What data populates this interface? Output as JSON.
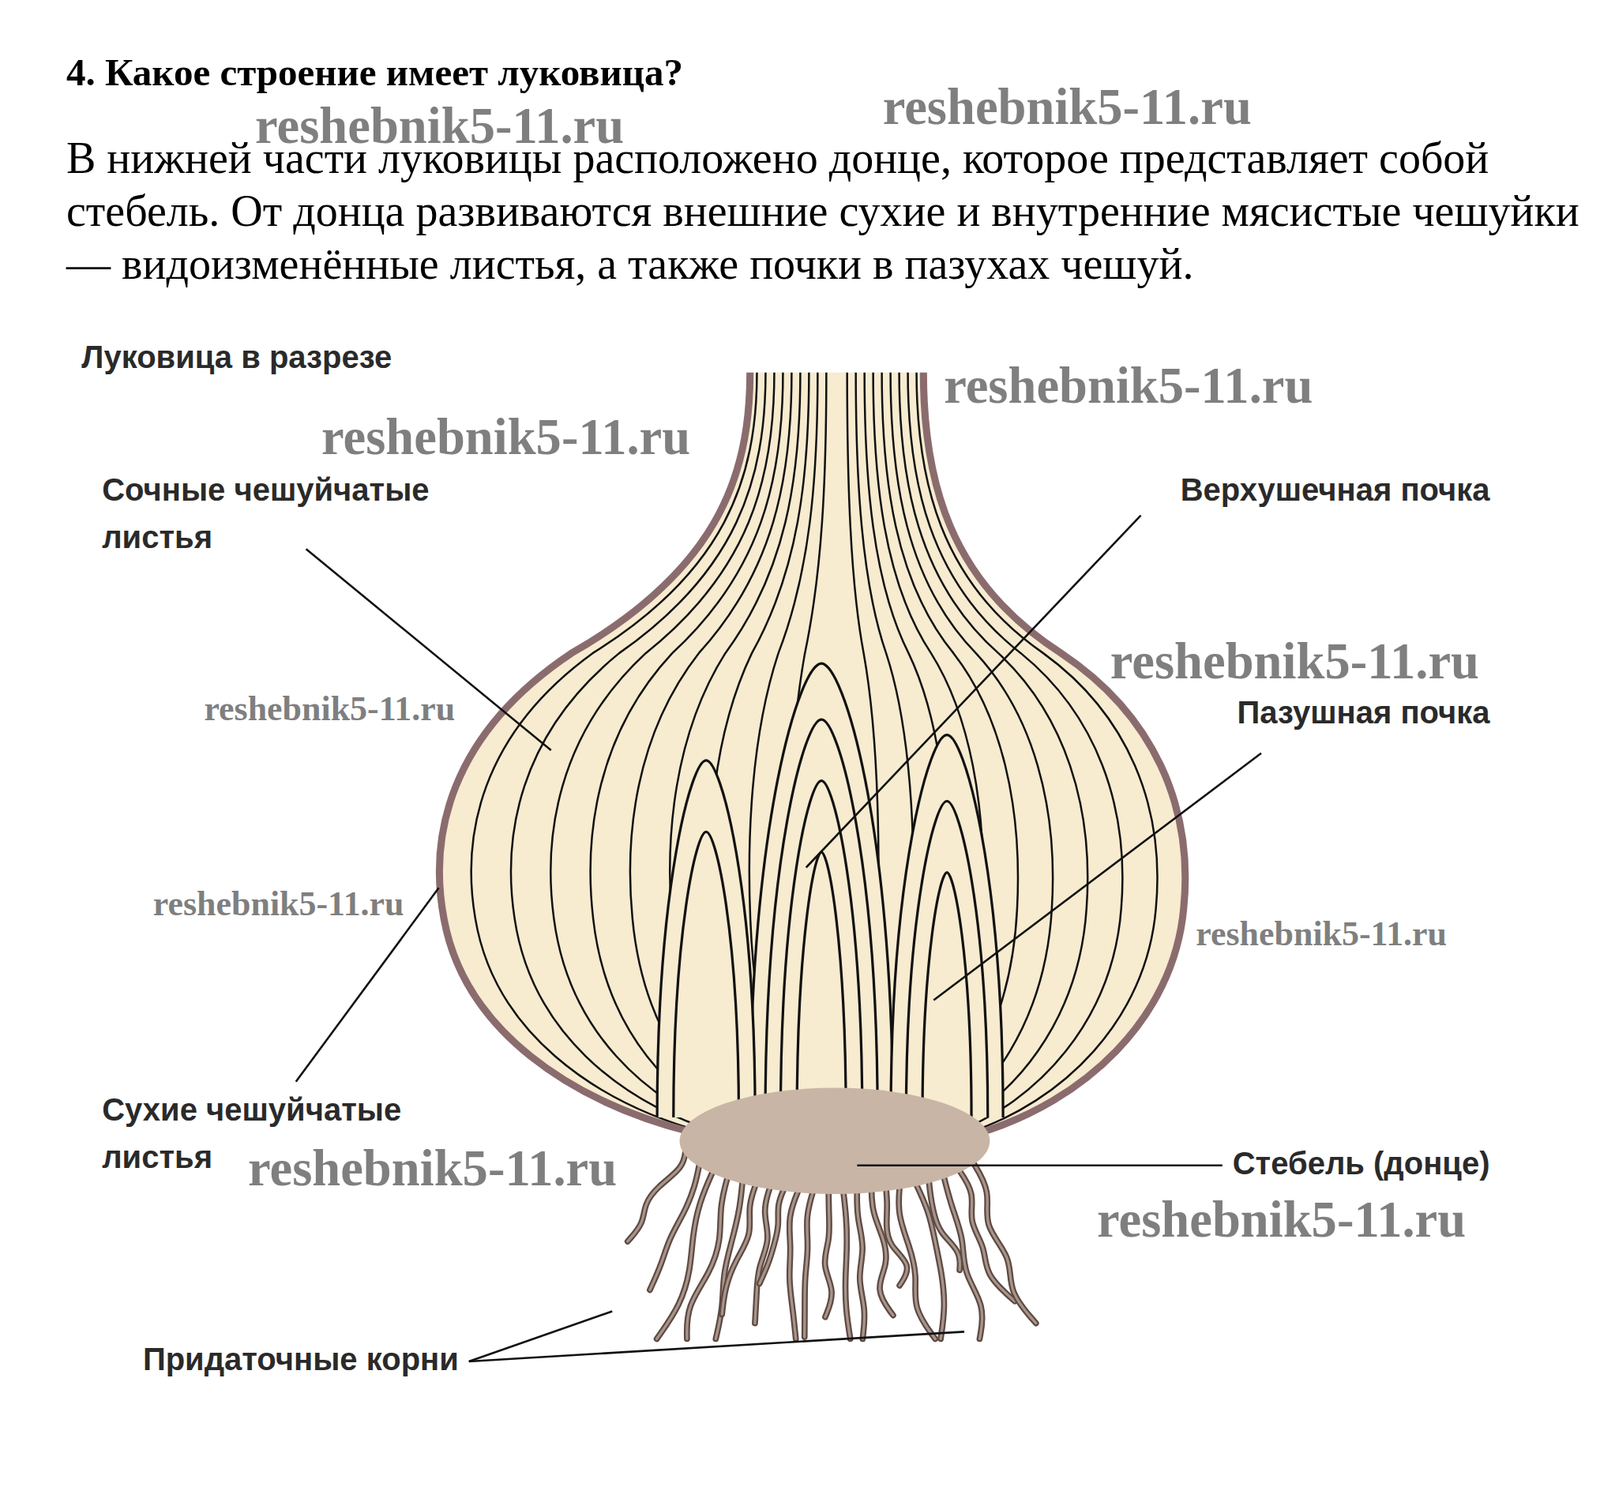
{
  "diagram": {
    "title": "4. Какое строение имеет луковица?",
    "labels": [
      "В нижней части луковицы расположено донце, которое представляет собой стебель. От донца развиваются внешние сухие и внутренние мясистые чешуйки — видоизменённые листья, а также почки в пазухах чешуй.",
      "Луковица в разрезе",
      "Сочные чешуйчатые листья",
      "Верхушечная почка",
      "Пазушная почка",
      "Сухие чешуйчатые листья",
      "Стебель (донце)",
      "Придаточные корни",
      "reshebnik5-11.ru",
      "reshebnik5-11.ru",
      "reshebnik5-11.ru",
      "reshebnik5-11.ru",
      "reshebnik5-11.ru",
      "reshebnik5-11.ru",
      "reshebnik5-11.ru",
      "reshebnik5-11.ru",
      "reshebnik5-11.ru",
      "reshebnik5-11.ru"
    ]
  }
}
